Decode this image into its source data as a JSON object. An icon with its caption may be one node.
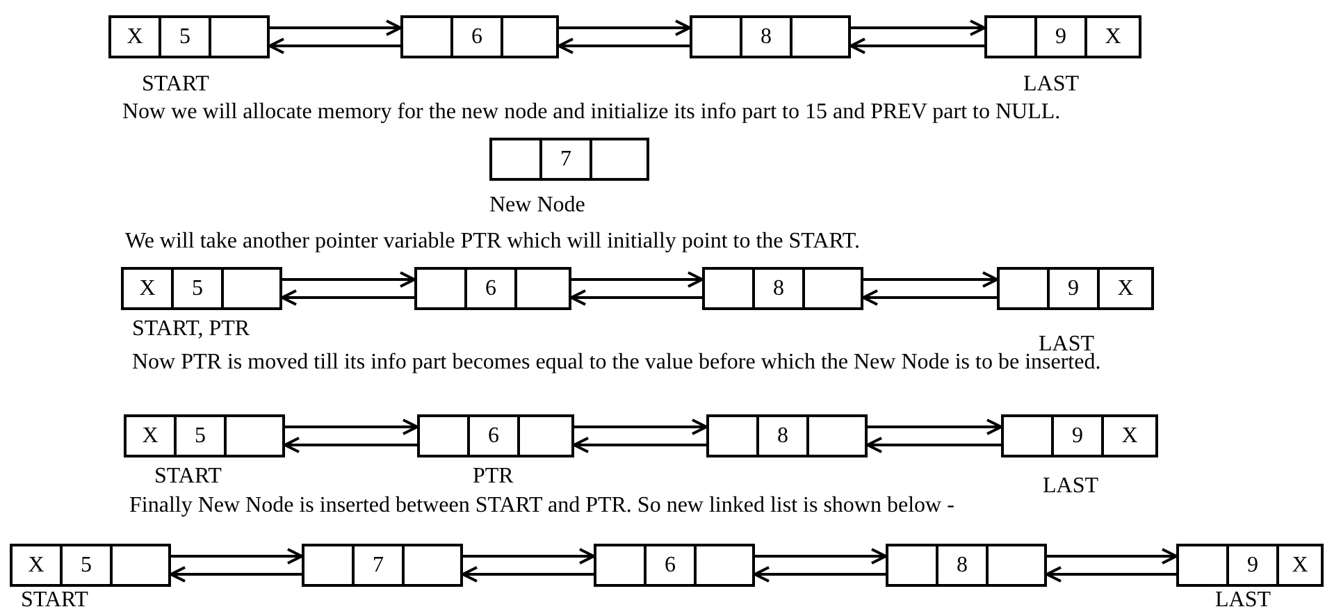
{
  "diagram": {
    "nodes": [
      {
        "text": [
          "X",
          "5"
        ],
        "beside": [
          "START"
        ]
      },
      {
        "text": [
          "6"
        ]
      },
      {
        "text": [
          "8"
        ]
      },
      {
        "text": [
          "9",
          "X"
        ],
        "beside": [
          "LAST"
        ]
      },
      {
        "text": [
          "7"
        ],
        "beside": [
          "New Node"
        ]
      },
      {
        "text": [
          "X",
          "5"
        ],
        "beside": [
          "START, PTR"
        ]
      },
      {
        "text": [
          "6"
        ]
      },
      {
        "text": [
          "8"
        ]
      },
      {
        "text": [
          "9",
          "X"
        ],
        "beside": [
          "LAST"
        ]
      },
      {
        "text": [
          "X",
          "5"
        ],
        "beside": [
          "START"
        ]
      },
      {
        "text": [
          "6"
        ],
        "beside": [
          "PTR"
        ]
      },
      {
        "text": [
          "8"
        ]
      },
      {
        "text": [
          "9",
          "X"
        ],
        "beside": [
          "LAST"
        ]
      },
      {
        "text": [
          "X",
          "5"
        ],
        "beside": [
          "START"
        ]
      },
      {
        "text": [
          "7"
        ]
      },
      {
        "text": [
          "6"
        ]
      },
      {
        "text": [
          "8"
        ]
      },
      {
        "text": [
          "9",
          "X"
        ],
        "beside": [
          "LAST"
        ]
      }
    ],
    "edges": [
      {
        "from": 0,
        "to": 1,
        "arrow": "to"
      },
      {
        "from": 1,
        "to": 0,
        "arrow": "to"
      },
      {
        "from": 1,
        "to": 2,
        "arrow": "to"
      },
      {
        "from": 2,
        "to": 1,
        "arrow": "to"
      },
      {
        "from": 2,
        "to": 3,
        "arrow": "to"
      },
      {
        "from": 3,
        "to": 2,
        "arrow": "to"
      },
      {
        "from": 5,
        "to": 6,
        "arrow": "to"
      },
      {
        "from": 6,
        "to": 5,
        "arrow": "to"
      },
      {
        "from": 6,
        "to": 7,
        "arrow": "to"
      },
      {
        "from": 7,
        "to": 6,
        "arrow": "to"
      },
      {
        "from": 7,
        "to": 8,
        "arrow": "to"
      },
      {
        "from": 8,
        "to": 7,
        "arrow": "to"
      },
      {
        "from": 9,
        "to": 10,
        "arrow": "to"
      },
      {
        "from": 10,
        "to": 9,
        "arrow": "to"
      },
      {
        "from": 10,
        "to": 11,
        "arrow": "to"
      },
      {
        "from": 11,
        "to": 10,
        "arrow": "to"
      },
      {
        "from": 11,
        "to": 12,
        "arrow": "to"
      },
      {
        "from": 12,
        "to": 11,
        "arrow": "to"
      },
      {
        "from": 13,
        "to": 14,
        "arrow": "to"
      },
      {
        "from": 14,
        "to": 13,
        "arrow": "to"
      },
      {
        "from": 14,
        "to": 15,
        "arrow": "to"
      },
      {
        "from": 15,
        "to": 14,
        "arrow": "to"
      },
      {
        "from": 15,
        "to": 16,
        "arrow": "to"
      },
      {
        "from": 16,
        "to": 15,
        "arrow": "to"
      },
      {
        "from": 16,
        "to": 17,
        "arrow": "to"
      },
      {
        "from": 17,
        "to": 16,
        "arrow": "to"
      }
    ],
    "labels": [
      "Now we will allocate memory for the new node and initialize its info part to 15 and PREV part to NULL.",
      "We will take another pointer variable PTR which will initially point to the START.",
      "Now PTR is moved till its info part becomes equal to the value before which the New Node is to be inserted.",
      "Finally New Node is inserted between START and PTR. So new linked list is shown below -"
    ]
  }
}
